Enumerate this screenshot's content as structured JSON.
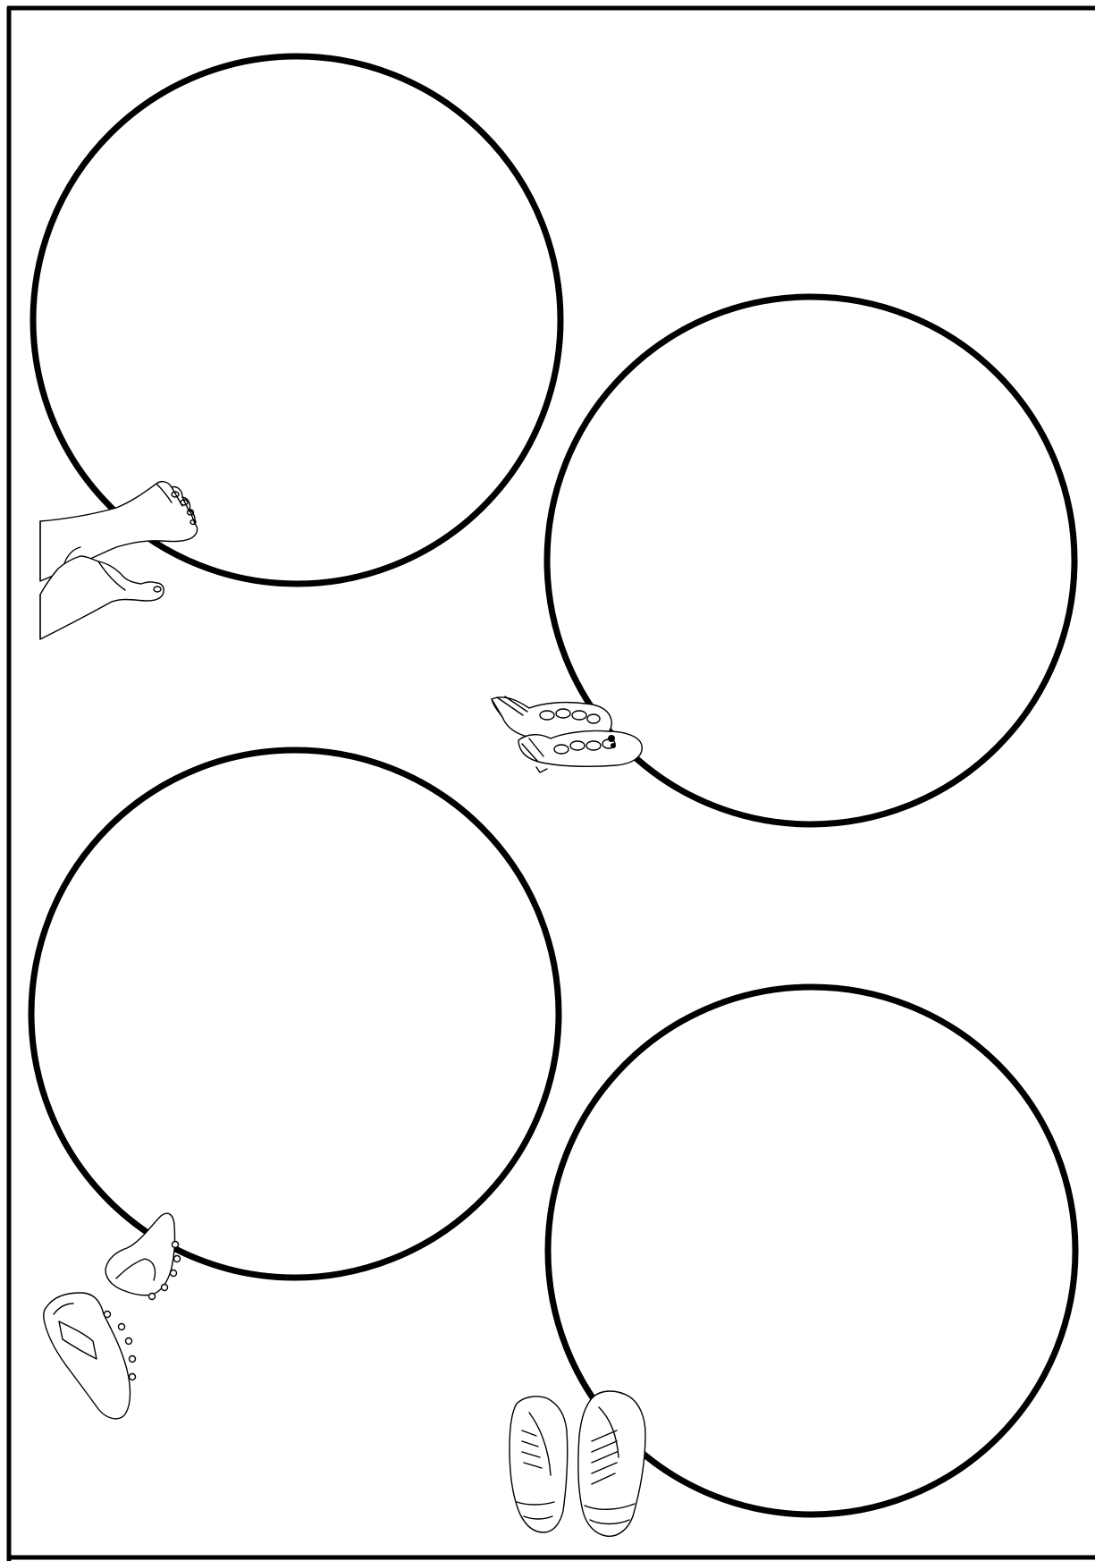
{
  "worksheet": {
    "circles": [
      {
        "id": "circle-1",
        "decoration": "bare-feet-icon"
      },
      {
        "id": "circle-2",
        "decoration": "dance-shoes-icon"
      },
      {
        "id": "circle-3",
        "decoration": "football-boots-icon"
      },
      {
        "id": "circle-4",
        "decoration": "sneakers-icon"
      }
    ],
    "colors": {
      "ink": "#000000",
      "paper": "#ffffff"
    }
  }
}
